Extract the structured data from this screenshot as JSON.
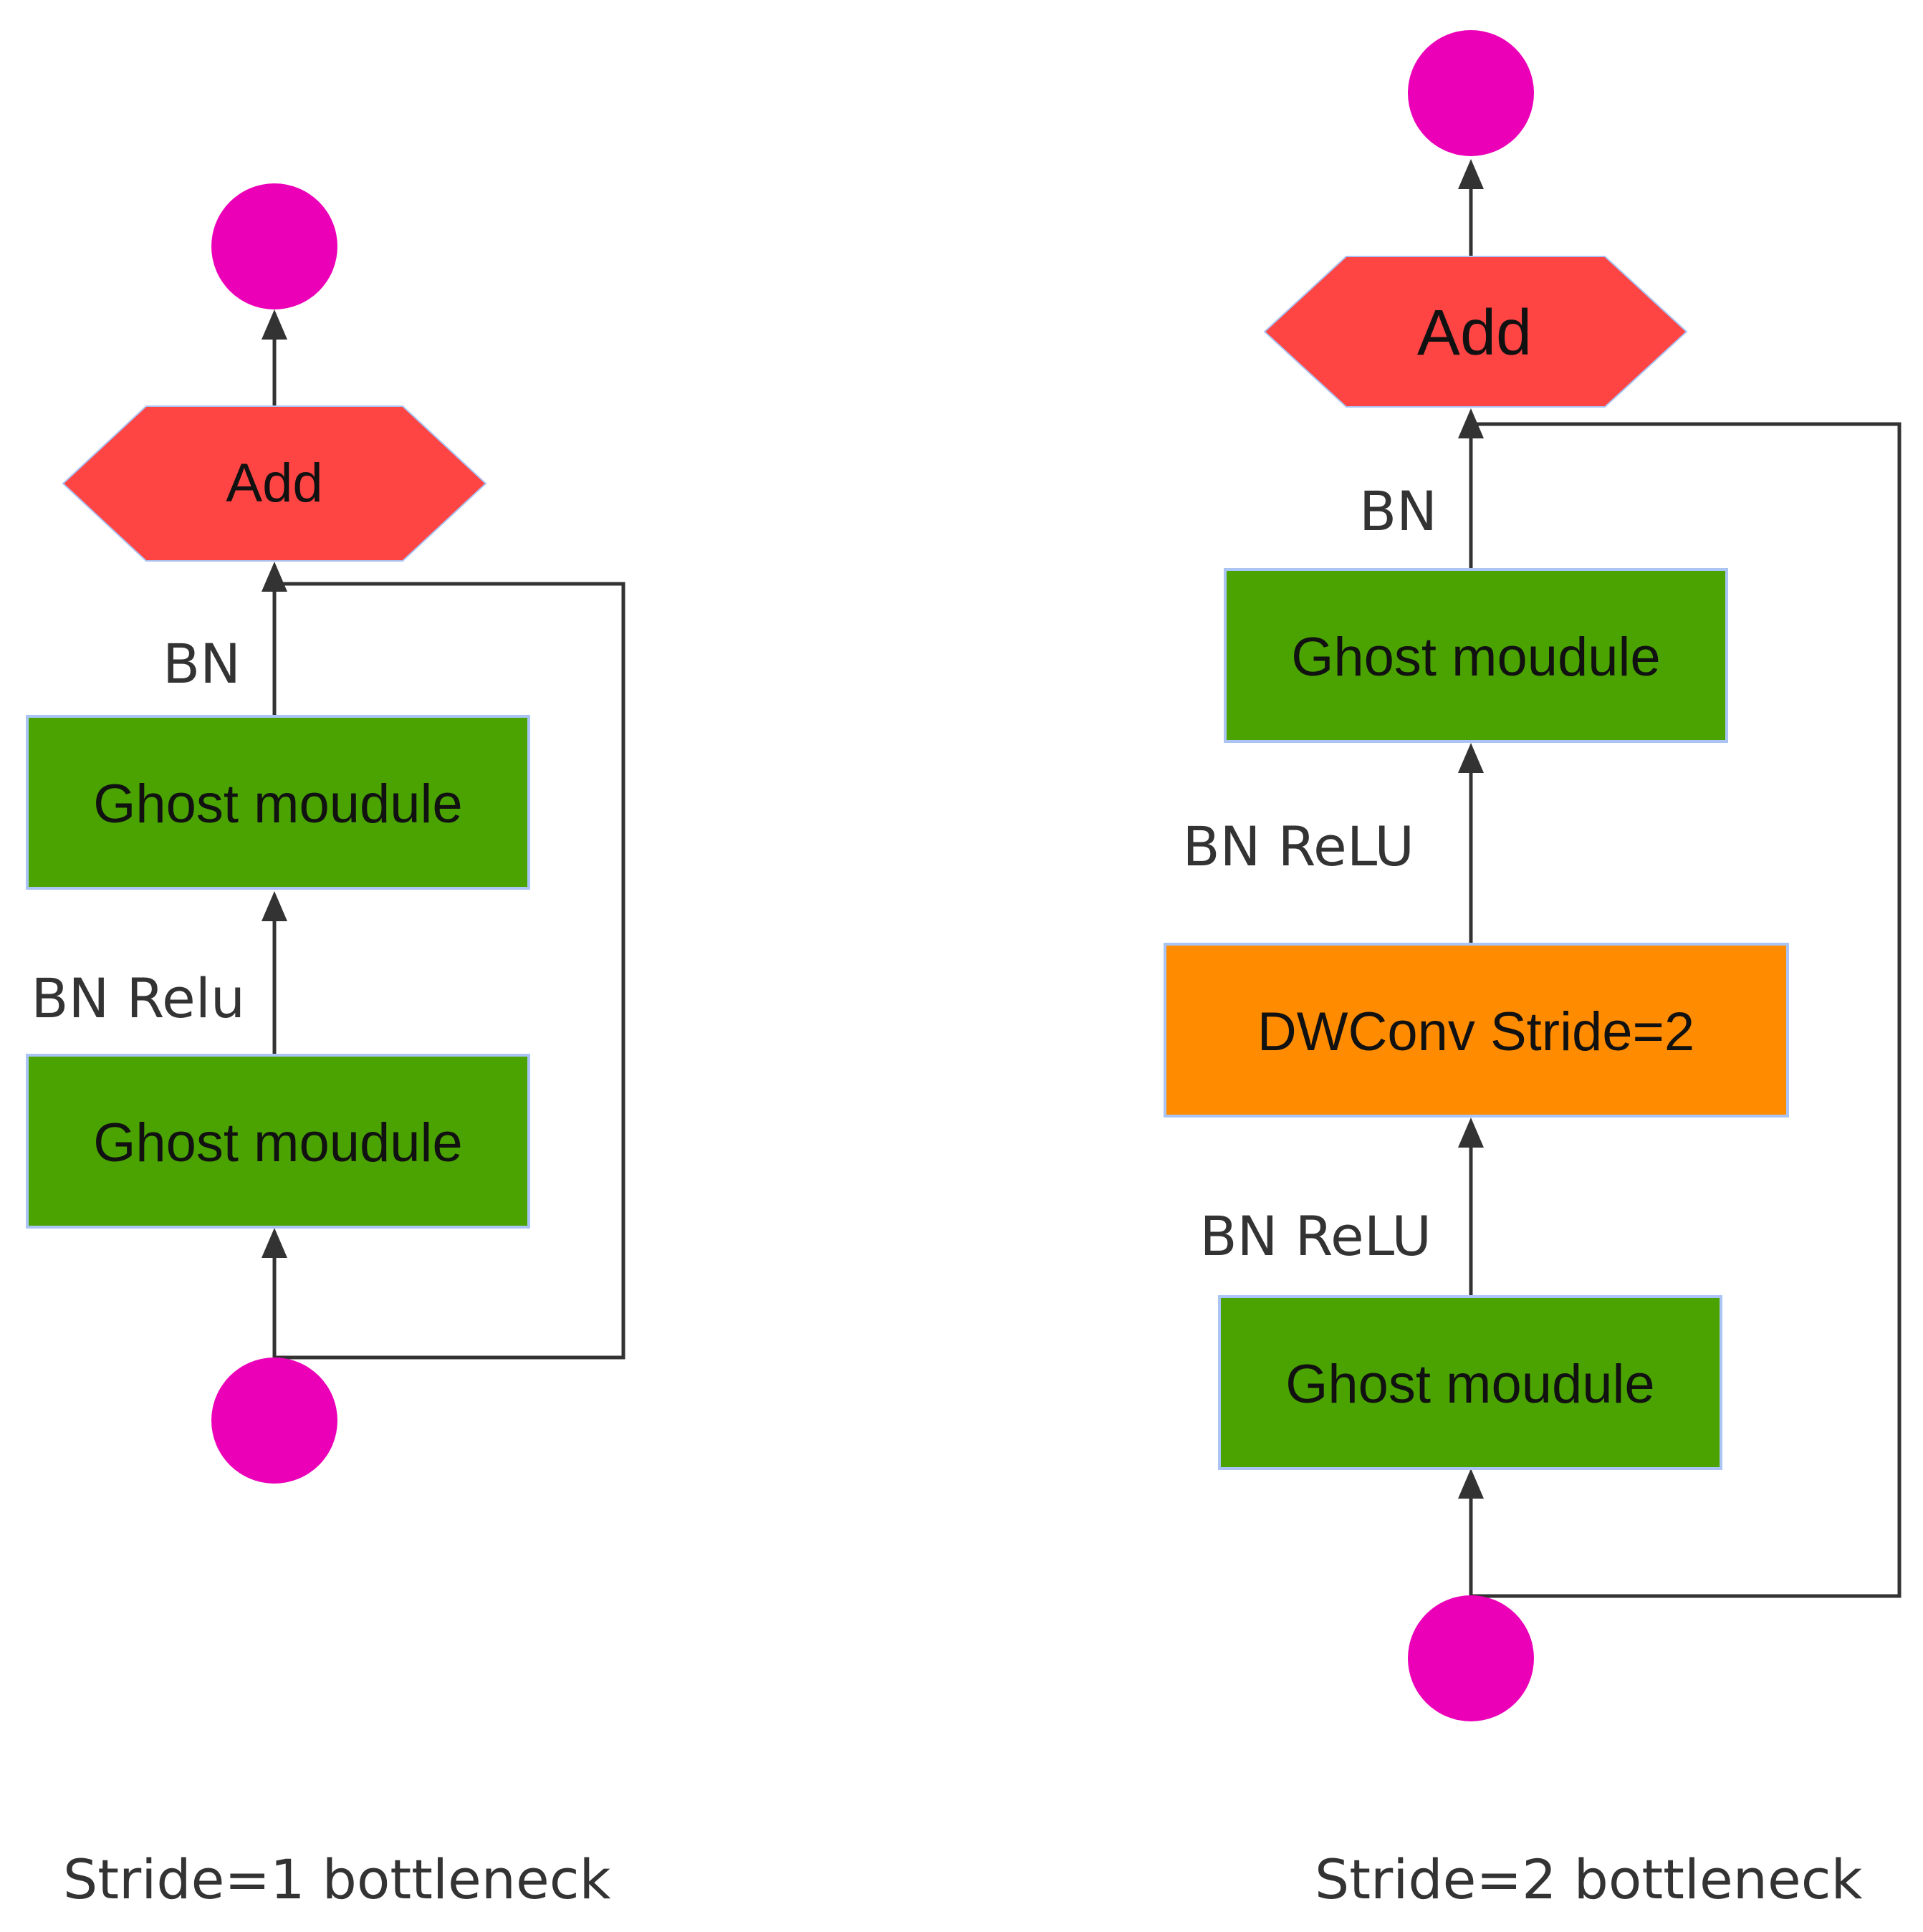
{
  "colors": {
    "circle": "#EB00B8",
    "add": "#FF4444",
    "ghost": "#4AA300",
    "dwconv": "#FF8C00",
    "edge": "#333333",
    "node_border": "#A9C4F5"
  },
  "left": {
    "add_label": "Add",
    "edge_bn": "BN",
    "ghost_top": "Ghost moudule",
    "edge_bn_relu": "BN Relu",
    "ghost_bottom": "Ghost moudule",
    "caption": "Stride=1 bottleneck"
  },
  "right": {
    "add_label": "Add",
    "edge_bn": "BN",
    "ghost_top": "Ghost moudule",
    "edge_bn_relu_upper": "BN ReLU",
    "dwconv": "DWConv Stride=2",
    "edge_bn_relu_lower": "BN ReLU",
    "ghost_bottom": "Ghost moudule",
    "caption": "Stride=2 bottleneck"
  }
}
